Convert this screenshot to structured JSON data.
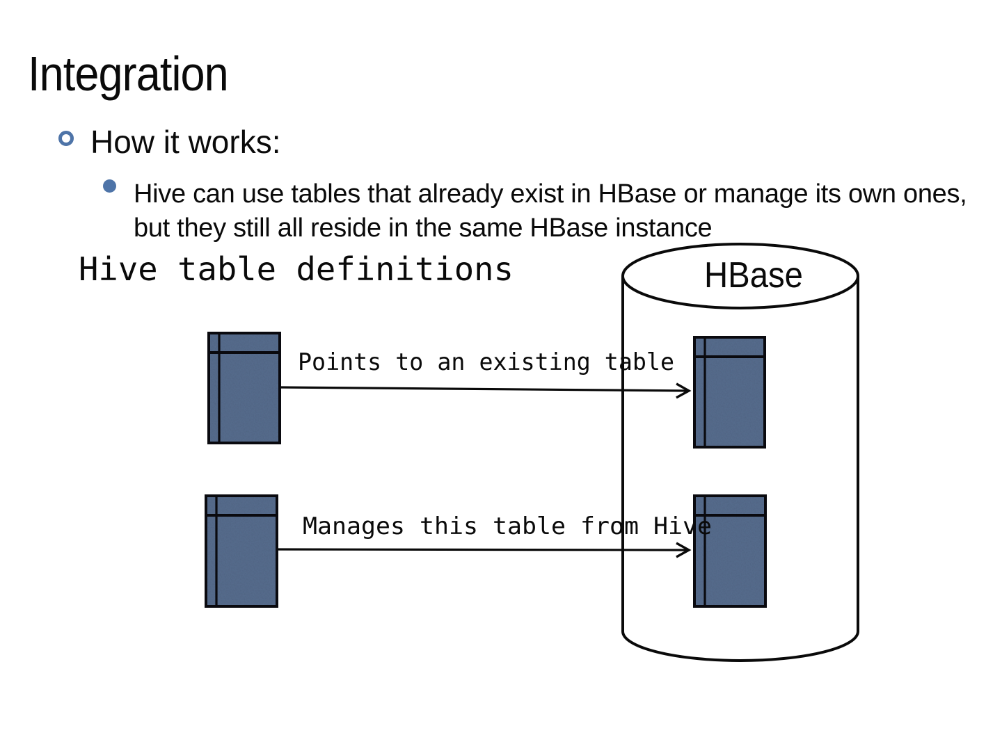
{
  "slide": {
    "title": "Integration",
    "bullets": {
      "level1": "How it works:",
      "level2": "Hive can use tables that already exist in HBase or manage its own ones, but they still all reside in the same HBase instance"
    }
  },
  "diagram": {
    "hive_label": "Hive table definitions",
    "cylinder_label": "HBase",
    "arrow1_label": "Points to an existing table",
    "arrow2_label": "Manages this table from Hive",
    "icons": {
      "left_top": "table-icon",
      "left_bottom": "table-icon",
      "hbase_top": "table-icon",
      "hbase_bottom": "table-icon",
      "container": "database-cylinder-icon"
    },
    "colors": {
      "table_fill": "#566c8d",
      "bullet_accent": "#4e74a8",
      "line": "#0a0a0a"
    }
  }
}
